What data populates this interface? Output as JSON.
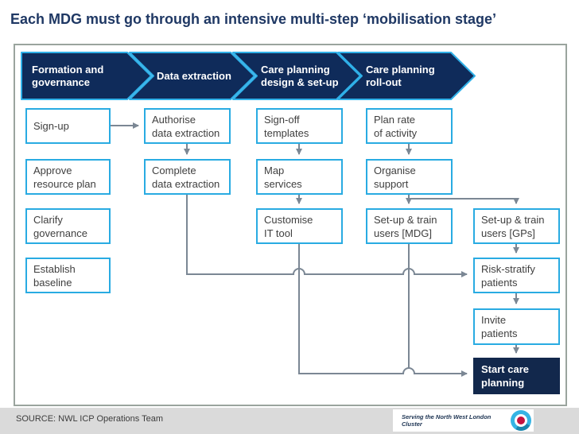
{
  "title": "Each MDG must go through an intensive multi-step ‘mobilisation stage’",
  "stages": [
    {
      "label": "Formation and\ngovernance",
      "steps": [
        "Sign-up",
        "Approve\nresource plan",
        "Clarify\ngovernance",
        "Establish\nbaseline"
      ]
    },
    {
      "label": "Data extraction",
      "steps": [
        "Authorise\ndata extraction",
        "Complete\ndata extraction"
      ]
    },
    {
      "label": "Care planning\ndesign & set-up",
      "steps": [
        "Sign-off\ntemplates",
        "Map\nservices",
        "Customise\nIT tool"
      ]
    },
    {
      "label": "Care planning\nroll-out",
      "steps": [
        "Plan rate\nof activity",
        "Organise\nsupport",
        "Set-up & train\nusers [MDG]"
      ]
    }
  ],
  "final_column": {
    "steps": [
      "Set-up & train\nusers [GPs]",
      "Risk-stratify\npatients",
      "Invite\npatients"
    ],
    "highlight": "Start care\nplanning"
  },
  "footer": {
    "source": "SOURCE: NWL ICP Operations Team",
    "tagline": "Serving the North West London Cluster",
    "logo_icon": "nwl-cluster-logo"
  },
  "colors": {
    "title": "#1F3864",
    "chevron_fill": "#0F2B5A",
    "chevron_stroke": "#2FB0E8",
    "box_border": "#29ABE2",
    "box_text": "#3F3F3F",
    "highlight_fill": "#12284C",
    "connector": "#7B8794",
    "container_border": "#9AA49E",
    "footer_bg": "#DADADA",
    "logo_cyan": "#35B4E4",
    "logo_teal": "#1A86AE",
    "logo_red": "#C4123F"
  }
}
